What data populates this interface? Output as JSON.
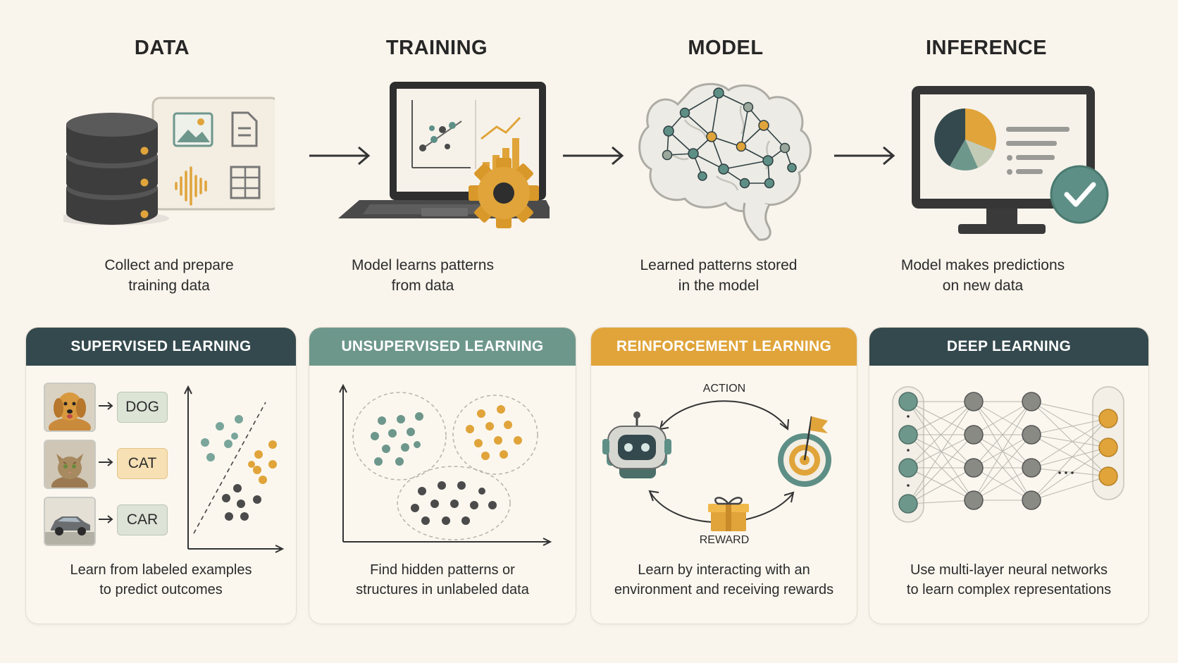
{
  "stages": [
    {
      "title": "DATA",
      "desc_line1": "Collect and prepare",
      "desc_line2": "training data"
    },
    {
      "title": "TRAINING",
      "desc_line1": "Model learns patterns",
      "desc_line2": "from data"
    },
    {
      "title": "MODEL",
      "desc_line1": "Learned patterns stored",
      "desc_line2": "in the model"
    },
    {
      "title": "INFERENCE",
      "desc_line1": "Model makes predictions",
      "desc_line2": "on new data"
    }
  ],
  "cards": {
    "supervised": {
      "title": "SUPERVISED LEARNING",
      "labels": [
        "DOG",
        "CAT",
        "CAR"
      ],
      "desc_line1": "Learn from labeled examples",
      "desc_line2": "to predict outcomes"
    },
    "unsupervised": {
      "title": "UNSUPERVISED LEARNING",
      "desc_line1": "Find hidden patterns or",
      "desc_line2": "structures in unlabeled data"
    },
    "reinforcement": {
      "title": "REINFORCEMENT LEARNING",
      "action_label": "ACTION",
      "reward_label": "REWARD",
      "desc_line1": "Learn by interacting with an",
      "desc_line2": "environment and receiving rewards"
    },
    "deep": {
      "title": "DEEP LEARNING",
      "desc_line1": "Use multi-layer neural networks",
      "desc_line2": "to learn complex representations"
    }
  },
  "colors": {
    "background": "#f9f4ec",
    "dark_teal": "#34494d",
    "sage_teal": "#6e978c",
    "amber": "#e0a43a",
    "dot_teal": "#5e8f86",
    "dot_gray": "#4b4b4b"
  },
  "icons": {
    "data": "database-and-files-icon",
    "training": "laptop-with-gear-icon",
    "model": "brain-network-icon",
    "inference": "monitor-with-pie-chart-icon"
  }
}
